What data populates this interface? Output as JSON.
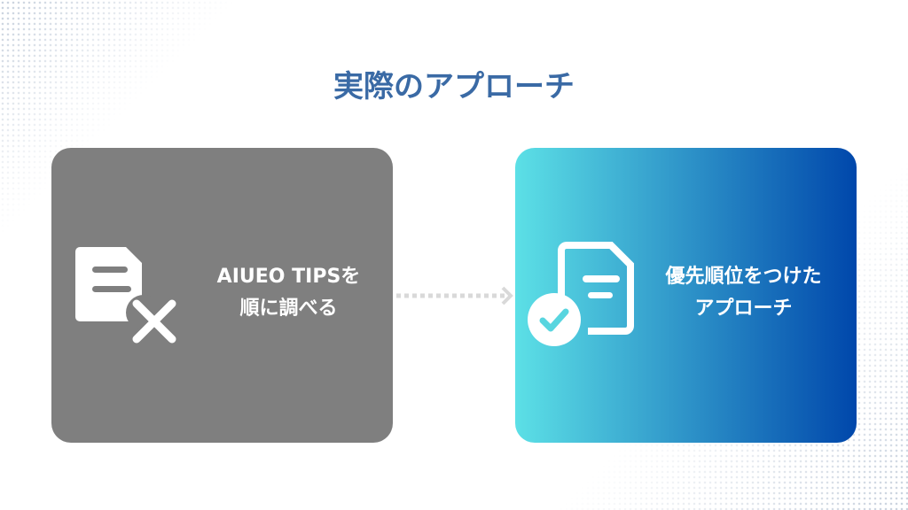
{
  "title": "実際のアプローチ",
  "left_card": {
    "line1": "AIUEO TIPSを",
    "line2": "順に調べる",
    "icon": "document-x-icon"
  },
  "right_card": {
    "line1": "優先順位をつけた",
    "line2": "アプローチ",
    "icon": "document-check-icon"
  },
  "colors": {
    "title": "#3a6aa5",
    "left_bg": "#7f7f7f",
    "right_grad_start": "#5ce0e6",
    "right_grad_end": "#0047ab"
  }
}
